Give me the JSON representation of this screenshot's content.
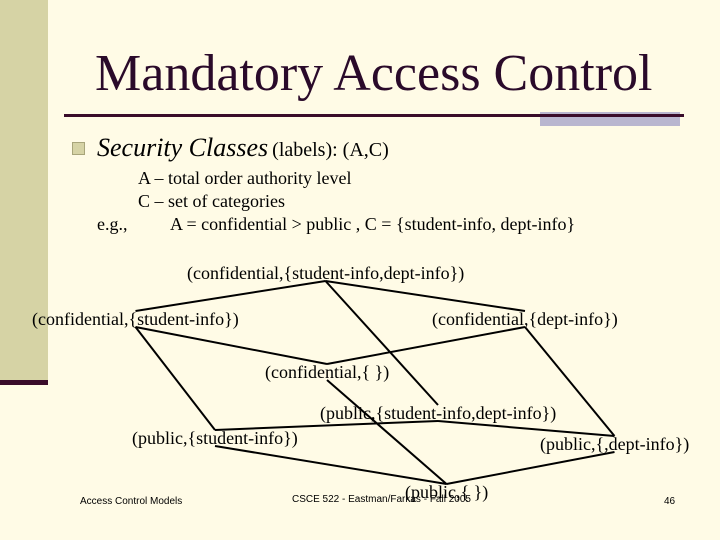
{
  "slide": {
    "title": "Mandatory Access Control",
    "security_classes": {
      "heading": "Security Classes",
      "suffix": "(labels): (A,C)"
    },
    "definitions": [
      "A – total order authority level",
      "C – set of categories"
    ],
    "example_label": "e.g.,",
    "example_text": "A = confidential > public , C = {student-info, dept-info}"
  },
  "lattice": {
    "nodes": {
      "conf_all": "(confidential,{student-info,dept-info})",
      "conf_student": "(confidential,{student-info})",
      "conf_dept": "(confidential,{dept-info})",
      "conf_empty": "(confidential,{ })",
      "pub_all": "(public,{student-info,dept-info})",
      "pub_student": "(public,{student-info})",
      "pub_dept": "(public,{,dept-info})",
      "pub_empty": "(public,{ })"
    },
    "edges": [
      [
        "conf_all",
        "conf_student"
      ],
      [
        "conf_all",
        "conf_dept"
      ],
      [
        "conf_student",
        "conf_empty"
      ],
      [
        "conf_dept",
        "conf_empty"
      ],
      [
        "conf_all",
        "pub_all"
      ],
      [
        "conf_student",
        "pub_student"
      ],
      [
        "conf_dept",
        "pub_dept"
      ],
      [
        "conf_empty",
        "pub_empty"
      ],
      [
        "pub_all",
        "pub_student"
      ],
      [
        "pub_all",
        "pub_dept"
      ],
      [
        "pub_student",
        "pub_empty"
      ],
      [
        "pub_dept",
        "pub_empty"
      ]
    ]
  },
  "footer": {
    "left": "Access Control Models",
    "center": "CSCE 522 - Eastman/Farkas - Fall 2005",
    "page": "46"
  },
  "colors": {
    "background": "#fffbe6",
    "title": "#2a0a2a",
    "side_band": "#d6d3a5",
    "rule": "#3a0c2a",
    "rule_accent": "#b9b6cf"
  }
}
